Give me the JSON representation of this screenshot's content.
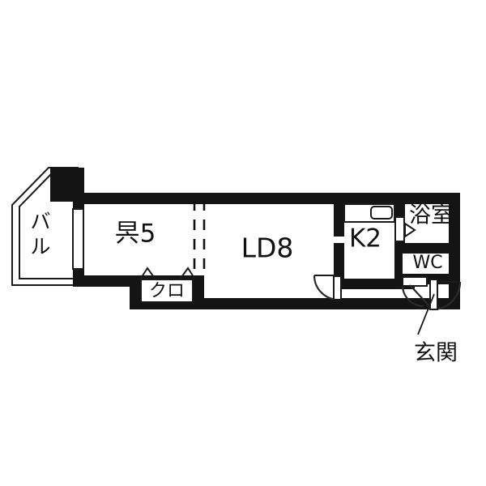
{
  "document": {
    "type": "floor-plan",
    "title": "1LD8K2 apartment floor plan",
    "background_color": "#ffffff",
    "wall_color": "#141414",
    "line_color": "#1a1a1a"
  },
  "rooms": {
    "balcony": {
      "label_line1": "バ",
      "label_line2": "ル",
      "full_label": "バル",
      "meaning": "balcony"
    },
    "western_room": {
      "label": "昗5",
      "meaning": "Western-style room, 5 tatami"
    },
    "living_dining": {
      "label": "LD8",
      "meaning": "Living Dining, 8 tatami"
    },
    "kitchen": {
      "label": "K2",
      "meaning": "Kitchen, 2 tatami"
    },
    "bathroom": {
      "label": "浴室",
      "meaning": "bath room"
    },
    "toilet": {
      "label": "WC",
      "meaning": "water closet / toilet"
    },
    "closet": {
      "label": "クロ",
      "meaning": "closet"
    },
    "entrance": {
      "label": "玄関",
      "meaning": "entrance / genkan"
    }
  },
  "features": {
    "sink_label": "sink",
    "partition_label": "sliding-partition",
    "balcony_window_label": "balcony-sliding-window",
    "closet_door_marks": 2
  }
}
